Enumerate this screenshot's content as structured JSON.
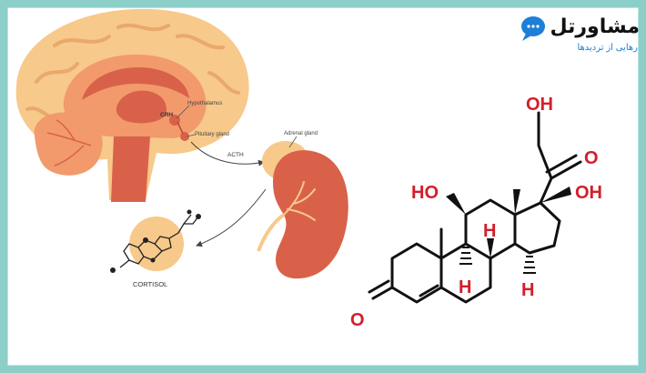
{
  "logo": {
    "brand": "مشاورتل",
    "tagline": "رهایی از تردیدها"
  },
  "physiology": {
    "labels": {
      "hypothalamus": "Hypothalamus",
      "crh": "CRH",
      "pituitary": "Pituitary gland",
      "acth": "ACTH",
      "adrenal": "Adrenal gland",
      "cortisol": "CORTISOL"
    }
  },
  "molecule": {
    "atoms": {
      "oh_top": "OH",
      "o_ketone": "O",
      "oh_c17": "OH",
      "ho_c11": "HO",
      "o_c3": "O",
      "h_c9": "H",
      "h_c8": "H",
      "h_c14": "H"
    }
  },
  "colors": {
    "frame": "#8ccfc9",
    "brain_outer": "#f7c98a",
    "brain_mid": "#f29a6c",
    "brain_inner": "#d9614a",
    "kidney": "#d9614a",
    "adrenal": "#f7c98a",
    "heteroatom": "#d21f2a",
    "bond": "#111111",
    "logo_blue": "#1e7fd6"
  }
}
